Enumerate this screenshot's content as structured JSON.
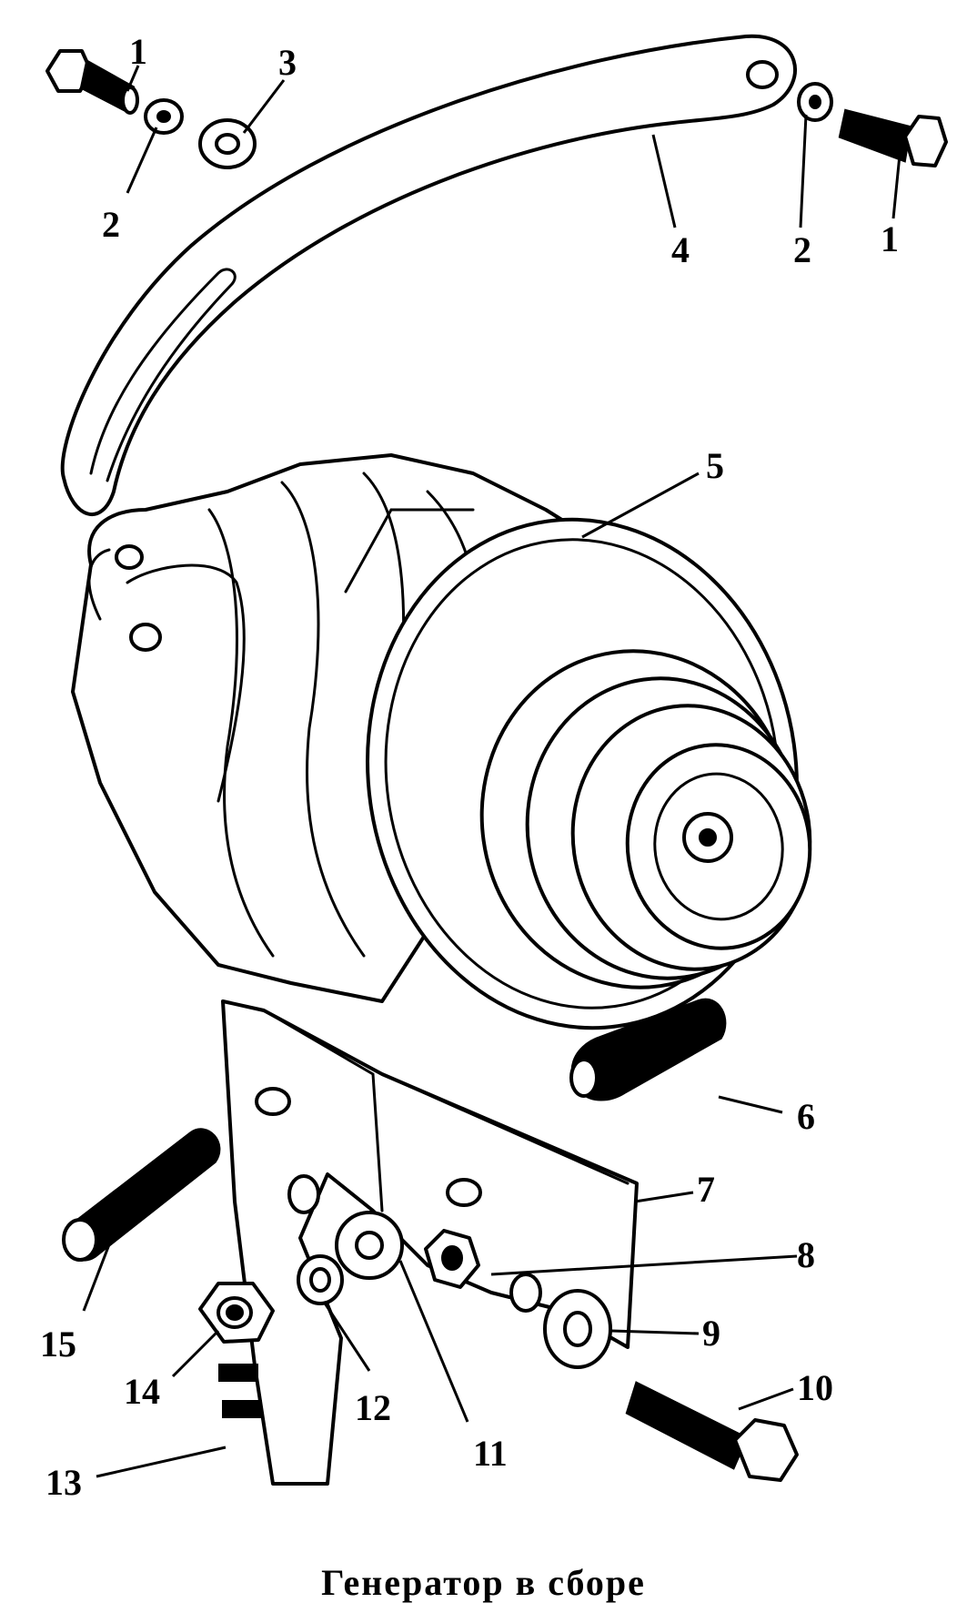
{
  "caption": "Генератор в сборе",
  "callouts": {
    "c1a": "1",
    "c2a": "2",
    "c3": "3",
    "c4": "4",
    "c2b": "2",
    "c1b": "1",
    "c5": "5",
    "c6": "6",
    "c7": "7",
    "c8": "8",
    "c9": "9",
    "c10": "10",
    "c11": "11",
    "c12": "12",
    "c13": "13",
    "c14": "14",
    "c15": "15"
  },
  "colors": {
    "ink": "#000000",
    "paper": "#ffffff"
  }
}
